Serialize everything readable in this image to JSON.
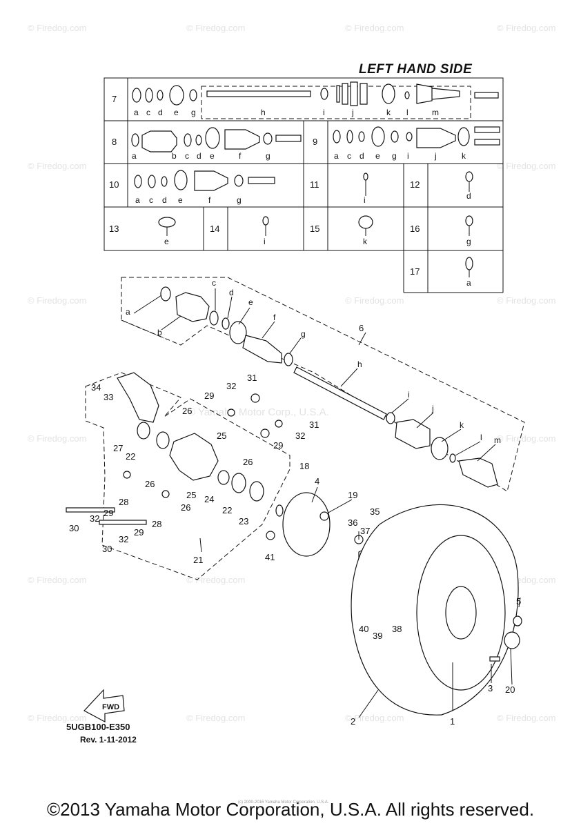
{
  "header": {
    "title": "LEFT HAND SIDE"
  },
  "watermark": {
    "text": "© Firedog.com",
    "center_text": "© Yamaha Motor Corp., U.S.A."
  },
  "table": {
    "row1": {
      "no": "7",
      "left_letters": [
        "a",
        "c",
        "d",
        "e",
        "g"
      ],
      "shaft_letters": [
        "h",
        "i",
        "j",
        "k",
        "l",
        "m"
      ]
    },
    "row2": {
      "no_left": "8",
      "letters_left": [
        "a",
        "b",
        "c",
        "d",
        "e",
        "f",
        "g"
      ],
      "no_right": "9",
      "letters_right": [
        "a",
        "c",
        "d",
        "e",
        "g",
        "i",
        "j",
        "k"
      ]
    },
    "row3": {
      "no_left": "10",
      "letters_left": [
        "a",
        "c",
        "d",
        "e",
        "f",
        "g"
      ],
      "no_mid": "11",
      "letter_mid": "i",
      "no_right": "12",
      "letter_right": "d"
    },
    "row4": {
      "c1_no": "13",
      "c1_letter": "e",
      "c2_no": "14",
      "c2_letter": "i",
      "c3_no": "15",
      "c3_letter": "k",
      "c4_no": "16",
      "c4_letter": "g"
    },
    "row5": {
      "no": "17",
      "letter": "a"
    }
  },
  "callouts": {
    "letters": [
      "a",
      "b",
      "c",
      "d",
      "e",
      "f",
      "g",
      "h",
      "i",
      "j",
      "k",
      "l",
      "m"
    ],
    "numbers": [
      "1",
      "2",
      "3",
      "4",
      "5",
      "6",
      "18",
      "19",
      "20",
      "21",
      "22",
      "22",
      "23",
      "24",
      "25",
      "25",
      "26",
      "26",
      "26",
      "26",
      "27",
      "28",
      "28",
      "29",
      "29",
      "29",
      "29",
      "30",
      "30",
      "31",
      "31",
      "32",
      "32",
      "32",
      "32",
      "33",
      "34",
      "35",
      "36",
      "37",
      "38",
      "39",
      "40",
      "41"
    ]
  },
  "footer": {
    "diagram_code": "5UGB100-E350",
    "revision": "Rev. 1-11-2012",
    "copyright": "©2013 Yamaha Motor Corporation, U.S.A. All rights reserved.",
    "tiny_credit": "(c) 2000-2016 Yamaha Motor Corporation, U.S.A."
  },
  "fwd_label": "FWD",
  "colors": {
    "ink": "#111111",
    "watermark": "#e3e3e3"
  }
}
